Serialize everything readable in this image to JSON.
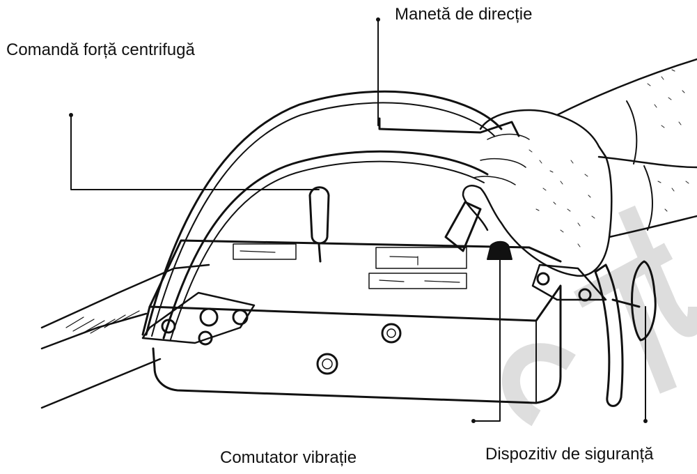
{
  "labels": {
    "steering_handle": "Manetă de direcție",
    "centrifugal_control": "Comandă forță centrifugă",
    "vibration_switch": "Comutator vibrație",
    "safety_device": "Dispozitiv de siguranță"
  },
  "colors": {
    "ink": "#111111",
    "watermark": "#d8d8d8",
    "background": "#ffffff"
  },
  "watermark_text": "CTU"
}
